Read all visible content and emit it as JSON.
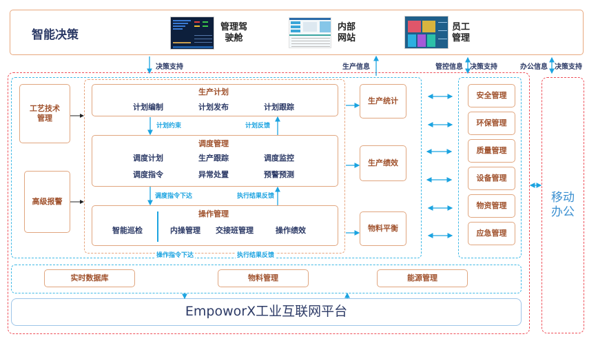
{
  "top": {
    "title": "智能决策",
    "apps": [
      {
        "label_line1": "管理驾",
        "label_line2": "驶舱",
        "icon": "dashboard-thumbnail"
      },
      {
        "label_line1": "内部",
        "label_line2": "网站",
        "icon": "website-thumbnail"
      },
      {
        "label_line1": "员工",
        "label_line2": "管理",
        "icon": "employee-app-thumbnail"
      }
    ]
  },
  "flows": {
    "decision_support": "决策支持",
    "production_info": "生产信息",
    "control_info": "管控信息",
    "decision_support_2": "决策支持",
    "office_info": "办公信息",
    "decision_support_3": "决策支持",
    "plan_constraint": "计划约束",
    "plan_feedback": "计划反馈",
    "dispatch_order": "调度指令下达",
    "exec_feedback": "执行结果反馈",
    "operate_order": "操作指令下达",
    "exec_feedback_2": "执行结果反馈"
  },
  "left": {
    "craft": {
      "line1": "工艺技术",
      "line2": "管理"
    },
    "alarm": "高级报警"
  },
  "plan": {
    "title": "生产计划",
    "items": [
      "计划编制",
      "计划发布",
      "计划跟踪"
    ]
  },
  "dispatch": {
    "title": "调度管理",
    "items": [
      "调度计划",
      "生产跟踪",
      "调度监控",
      "调度指令",
      "异常处置",
      "预警预测"
    ]
  },
  "operate": {
    "title": "操作管理",
    "left_item": "智能巡检",
    "items": [
      "内操管理",
      "交接班管理",
      "操作绩效"
    ]
  },
  "stats": [
    "生产统计",
    "生产绩效",
    "物料平衡"
  ],
  "mgmt": [
    "安全管理",
    "环保管理",
    "质量管理",
    "设备管理",
    "物资管理",
    "应急管理"
  ],
  "mobile": {
    "line1": "移动",
    "line2": "办公"
  },
  "base": [
    "实时数据库",
    "物料管理",
    "能源管理"
  ],
  "platform": "EmpoworX工业互联网平台",
  "colors": {
    "orange_border": "#e0a57e",
    "orange_text": "#a0522d",
    "navy_text": "#2c3a66",
    "blue_accent": "#1ba3e0",
    "red_dash": "#ee4b55"
  }
}
